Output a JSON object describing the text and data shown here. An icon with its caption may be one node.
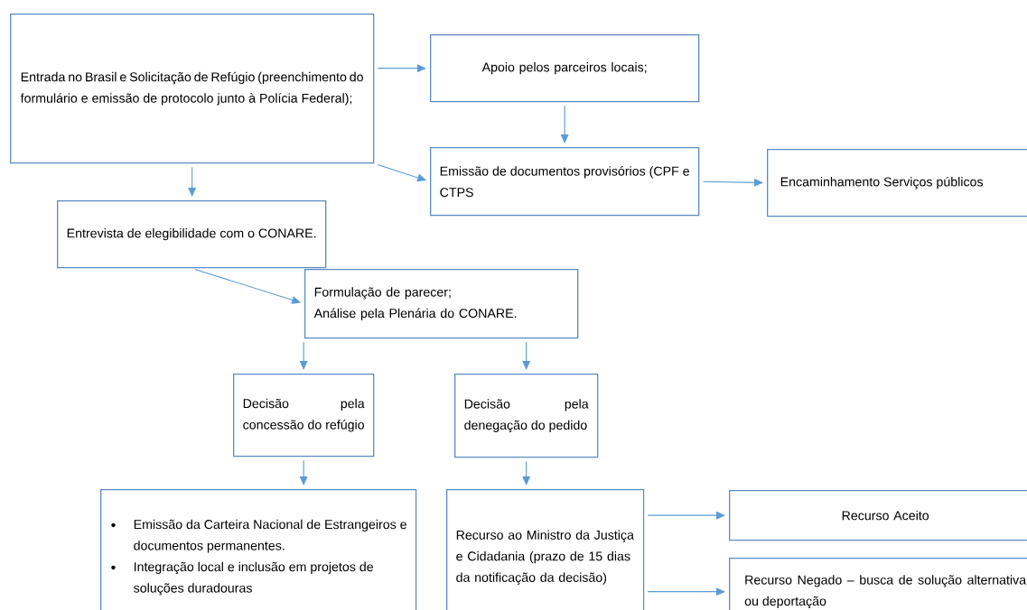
{
  "diagram": {
    "nodes": [
      {
        "text": [
          "Entrada no Brasil e Solicitação de Refúgio (preenchimento do formulário e emissão de protocolo junto à Polícia Federal);"
        ]
      },
      {
        "text": [
          "Apoio pelos parceiros locais;"
        ]
      },
      {
        "text": [
          "Emissão de documentos provisórios (CPF e CTPS"
        ]
      },
      {
        "text": [
          "Encaminhamento Serviços públicos"
        ]
      },
      {
        "text": [
          "Entrevista de elegibilidade com o CONARE."
        ]
      },
      {
        "text": [
          "Formulação de parecer;",
          "Análise pela Plenária do CONARE."
        ]
      },
      {
        "text": [
          "Decisão pela concessão do refúgio"
        ]
      },
      {
        "text": [
          "Decisão pela denegação do pedido"
        ]
      },
      {
        "text": [
          "Emissão da Carteira Nacional de Estrangeiros e documentos permanentes.",
          "Integração local e inclusão em projetos de soluções duradouras"
        ]
      },
      {
        "text": [
          "Recurso ao Ministro da Justiça e Cidadania (prazo de 15 dias da notificação da decisão)"
        ]
      },
      {
        "text": [
          "Recurso Aceito"
        ]
      },
      {
        "text": [
          "Recurso Negado – busca de solução alternativa ou deportação"
        ]
      }
    ],
    "edges": [
      {
        "from": 0,
        "to": 1,
        "arrow": "to"
      },
      {
        "from": 0,
        "to": 2,
        "arrow": "to"
      },
      {
        "from": 1,
        "to": 2,
        "arrow": "to"
      },
      {
        "from": 2,
        "to": 3,
        "arrow": "to"
      },
      {
        "from": 0,
        "to": 4,
        "arrow": "to"
      },
      {
        "from": 4,
        "to": 5,
        "arrow": "to"
      },
      {
        "from": 5,
        "to": 6,
        "arrow": "to"
      },
      {
        "from": 5,
        "to": 7,
        "arrow": "to"
      },
      {
        "from": 6,
        "to": 8,
        "arrow": "to"
      },
      {
        "from": 7,
        "to": 9,
        "arrow": "to"
      },
      {
        "from": 9,
        "to": 10,
        "arrow": "to"
      },
      {
        "from": 9,
        "to": 11,
        "arrow": "to"
      }
    ]
  }
}
